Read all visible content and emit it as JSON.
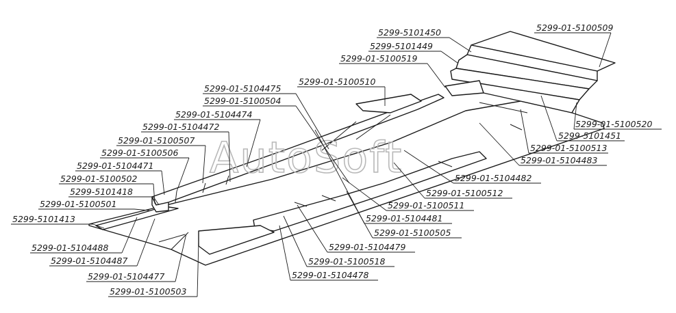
{
  "watermark": "AutoSoft",
  "labels": [
    "5299-01-5100509",
    "5299-5101450",
    "5299-5101449",
    "5299-01-5100519",
    "5299-01-5100510",
    "5299-01-5104475",
    "5299-01-5100504",
    "5299-01-5104474",
    "5299-01-5104472",
    "5299-01-5100507",
    "5299-01-5100506",
    "5299-01-5104471",
    "5299-01-5100502",
    "5299-5101418",
    "5299-01-5100501",
    "5299-5101413",
    "5299-01-5104488",
    "5299-01-5104487",
    "5299-01-5104477",
    "5299-01-5100503",
    "5299-01-5100520",
    "5299-5101451",
    "5299-01-5100513",
    "5299-01-5104483",
    "5299-01-5104482",
    "5299-01-5100512",
    "5299-01-5100511",
    "5299-01-5104481",
    "5299-01-5100505",
    "5299-01-5104479",
    "5299-01-5100518",
    "5299-01-5104478"
  ]
}
